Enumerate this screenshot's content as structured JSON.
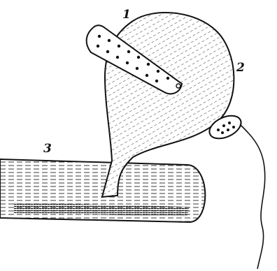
{
  "labels": {
    "one": "1",
    "two": "2",
    "three": "3"
  },
  "colors": {
    "ink": "#111111",
    "paper": "#ffffff"
  }
}
